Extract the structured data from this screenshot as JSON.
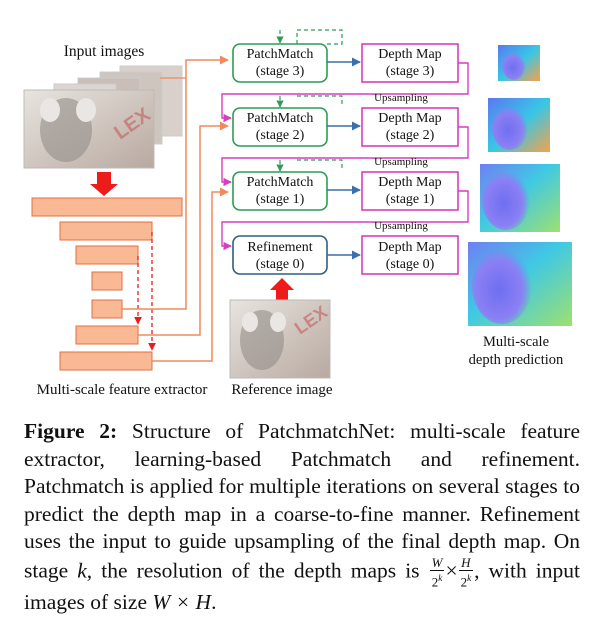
{
  "figure": {
    "input_images_label": "Input images",
    "reference_image_label": "Reference image",
    "extractor_label": "Multi-scale feature extractor",
    "patchmatch_blocks": [
      {
        "title": "PatchMatch",
        "stage": "(stage 3)"
      },
      {
        "title": "PatchMatch",
        "stage": "(stage 2)"
      },
      {
        "title": "PatchMatch",
        "stage": "(stage 1)"
      }
    ],
    "refinement_block": {
      "title": "Refinement",
      "stage": "(stage 0)"
    },
    "depth_blocks": [
      {
        "title": "Depth Map",
        "stage": "(stage 3)"
      },
      {
        "title": "Depth Map",
        "stage": "(stage 2)"
      },
      {
        "title": "Depth Map",
        "stage": "(stage 1)"
      },
      {
        "title": "Depth Map",
        "stage": "(stage 0)"
      }
    ],
    "upsampling_label": "Upsampling",
    "prediction_label_line1": "Multi-scale",
    "prediction_label_line2": "depth prediction",
    "colors": {
      "feature_fill": "#f9b995",
      "feature_stroke": "#e2703f",
      "patchmatch_stroke": "#2d9c55",
      "refinement_stroke": "#2f5f7f",
      "depth_stroke": "#d53fbf",
      "arrow_red": "#ee1b1b",
      "arrow_blue": "#3b6fb0",
      "line_orange": "#f08a5a"
    }
  },
  "caption": {
    "label": "Figure 2:",
    "text_1": "Structure of PatchmatchNet: multi-scale feature extractor, learning-based Patchmatch and refinement. Patchmatch is applied for multiple iterations on several stages to predict the depth map in a coarse-to-fine manner. Refinement uses the input to guide upsampling of the final depth map. On stage ",
    "var_k": "k",
    "text_2": ", the resolution of the depth maps is ",
    "frac_w_num": "W",
    "frac_h_num": "H",
    "frac_den_base": "2",
    "frac_den_exp": "k",
    "times": "×",
    "text_3": ", with input images of size ",
    "size_expr": "W × H",
    "end": "."
  }
}
